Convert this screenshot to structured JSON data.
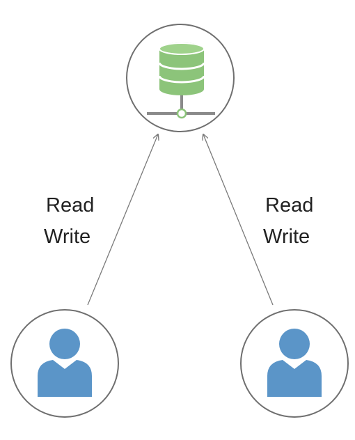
{
  "colors": {
    "database_green": "#8cc47a",
    "database_stripe": "#ffffff",
    "network_gray": "#8a8a8a",
    "user_blue": "#5b95c8",
    "outline_gray": "#6f6f6f",
    "arrow_gray": "#7a7a7a",
    "text": "#222222"
  },
  "server": {
    "icon": "database-server-icon"
  },
  "clients": [
    {
      "icon": "user-icon",
      "edge_label": {
        "line1": "Read",
        "line2": "Write"
      }
    },
    {
      "icon": "user-icon",
      "edge_label": {
        "line1": "Read",
        "line2": "Write"
      }
    }
  ]
}
